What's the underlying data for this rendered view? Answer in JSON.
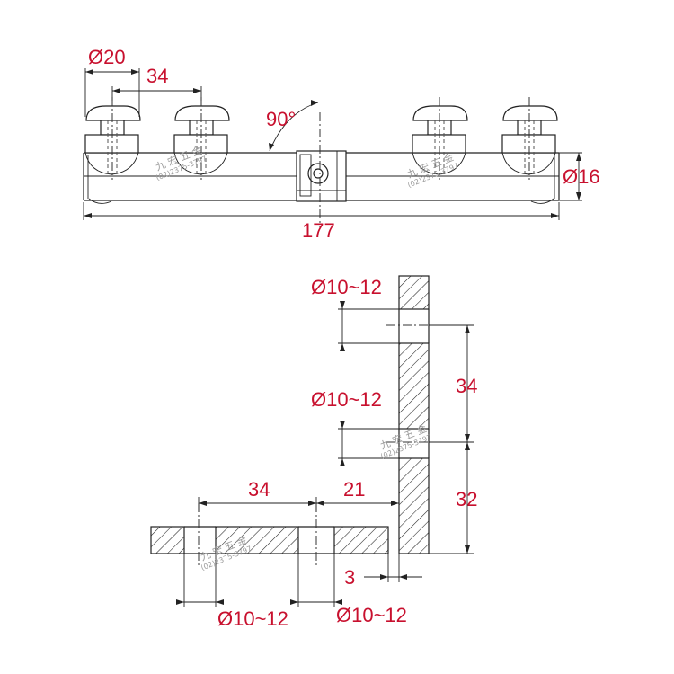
{
  "top_view": {
    "labels": {
      "rod_diameter": "Ø20",
      "knob_spacing": "34",
      "angle": "90°",
      "tube_diameter": "Ø16",
      "overall_length": "177"
    }
  },
  "section_view": {
    "labels": {
      "hole_upper": "Ø10~12",
      "hole_middle": "Ø10~12",
      "vertical_spacing": "34",
      "vertical_bottom": "32",
      "horizontal_spacing": "34",
      "horizontal_edge": "21",
      "gap": "3",
      "hole_bottom_left": "Ø10~12",
      "hole_bottom_right": "Ø10~12"
    }
  },
  "watermark": {
    "name": "九 宏 五 金",
    "phone": "(02)2375-3797"
  },
  "colors": {
    "dimension_text": "#c8102e",
    "line": "#222222",
    "watermark": "#9a9a9a"
  }
}
